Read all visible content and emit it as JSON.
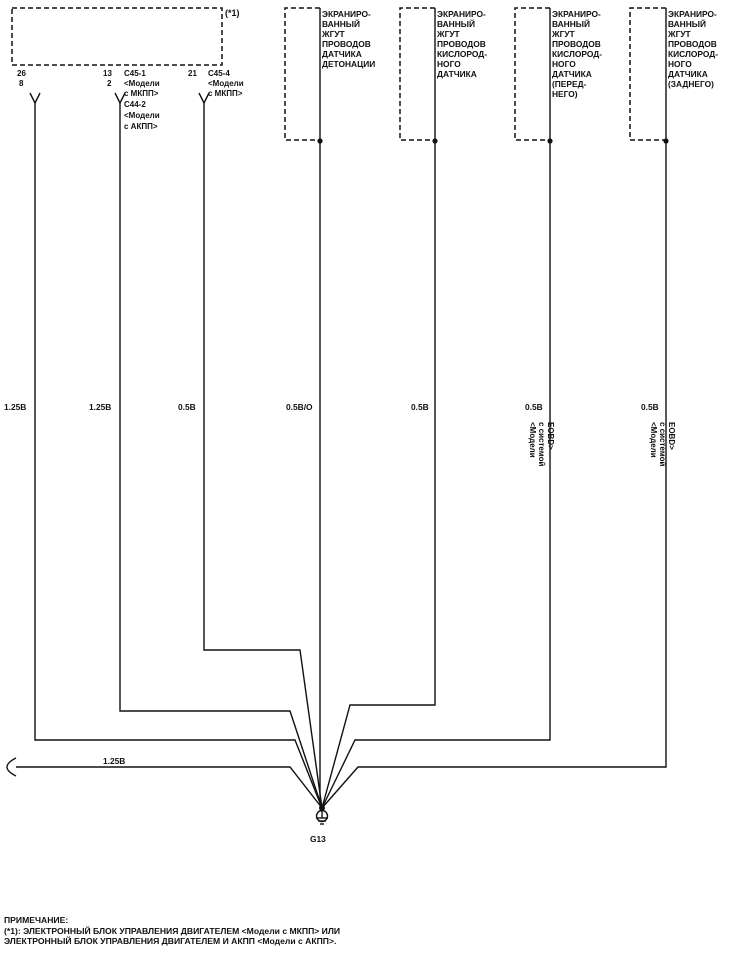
{
  "ecu": {
    "ref": "(*1)"
  },
  "pins": {
    "p26": "26",
    "p8": "8",
    "p13": "13",
    "p2": "2",
    "p21": "21",
    "c45_1": "C45-1",
    "mt_a1": "<Модели",
    "mt_a2": "с МКПП>",
    "c44_2": "C44-2",
    "at1": "<Модели",
    "at2": "с АКПП>",
    "c45_4": "C45-4",
    "mt_b1": "<Модели",
    "mt_b2": "с МКПП>"
  },
  "harnesses": [
    {
      "lines": [
        "ЭКРАНИРО-",
        "ВАННЫЙ",
        "ЖГУТ",
        "ПРОВОДОВ",
        "ДАТЧИКА",
        "ДЕТОНАЦИИ"
      ]
    },
    {
      "lines": [
        "ЭКРАНИРО-",
        "ВАННЫЙ",
        "ЖГУТ",
        "ПРОВОДОВ",
        "КИСЛОРОД-",
        "НОГО",
        "ДАТЧИКА"
      ]
    },
    {
      "lines": [
        "ЭКРАНИРО-",
        "ВАННЫЙ",
        "ЖГУТ",
        "ПРОВОДОВ",
        "КИСЛОРОД-",
        "НОГО",
        "ДАТЧИКА",
        "(ПЕРЕД-",
        "НЕГО)"
      ]
    },
    {
      "lines": [
        "ЭКРАНИРО-",
        "ВАННЫЙ",
        "ЖГУТ",
        "ПРОВОДОВ",
        "КИСЛОРОД-",
        "НОГО",
        "ДАТЧИКА",
        "(ЗАДНЕГО)"
      ]
    }
  ],
  "wires": {
    "w1": "1.25B",
    "w2": "1.25B",
    "w3": "0.5B",
    "w4": "0.5B/O",
    "w5": "0.5B",
    "w6": "0.5B",
    "w7": "0.5B",
    "w8": "1.25B"
  },
  "eobd": {
    "a1": "<Модели",
    "a2": "с системой",
    "a3": "EOBD>",
    "b1": "<Модели",
    "b2": "с системой",
    "b3": "EOBD>"
  },
  "ground": {
    "label": "G13"
  },
  "note": {
    "title": "ПРИМЕЧАНИЕ:",
    "line1": "(*1): ЭЛЕКТРОННЫЙ БЛОК УПРАВЛЕНИЯ ДВИГАТЕЛЕМ <Модели с МКПП> ИЛИ",
    "line2": "ЭЛЕКТРОННЫЙ БЛОК УПРАВЛЕНИЯ ДВИГАТЕЛЕМ И АКПП <Модели с АКПП>."
  }
}
